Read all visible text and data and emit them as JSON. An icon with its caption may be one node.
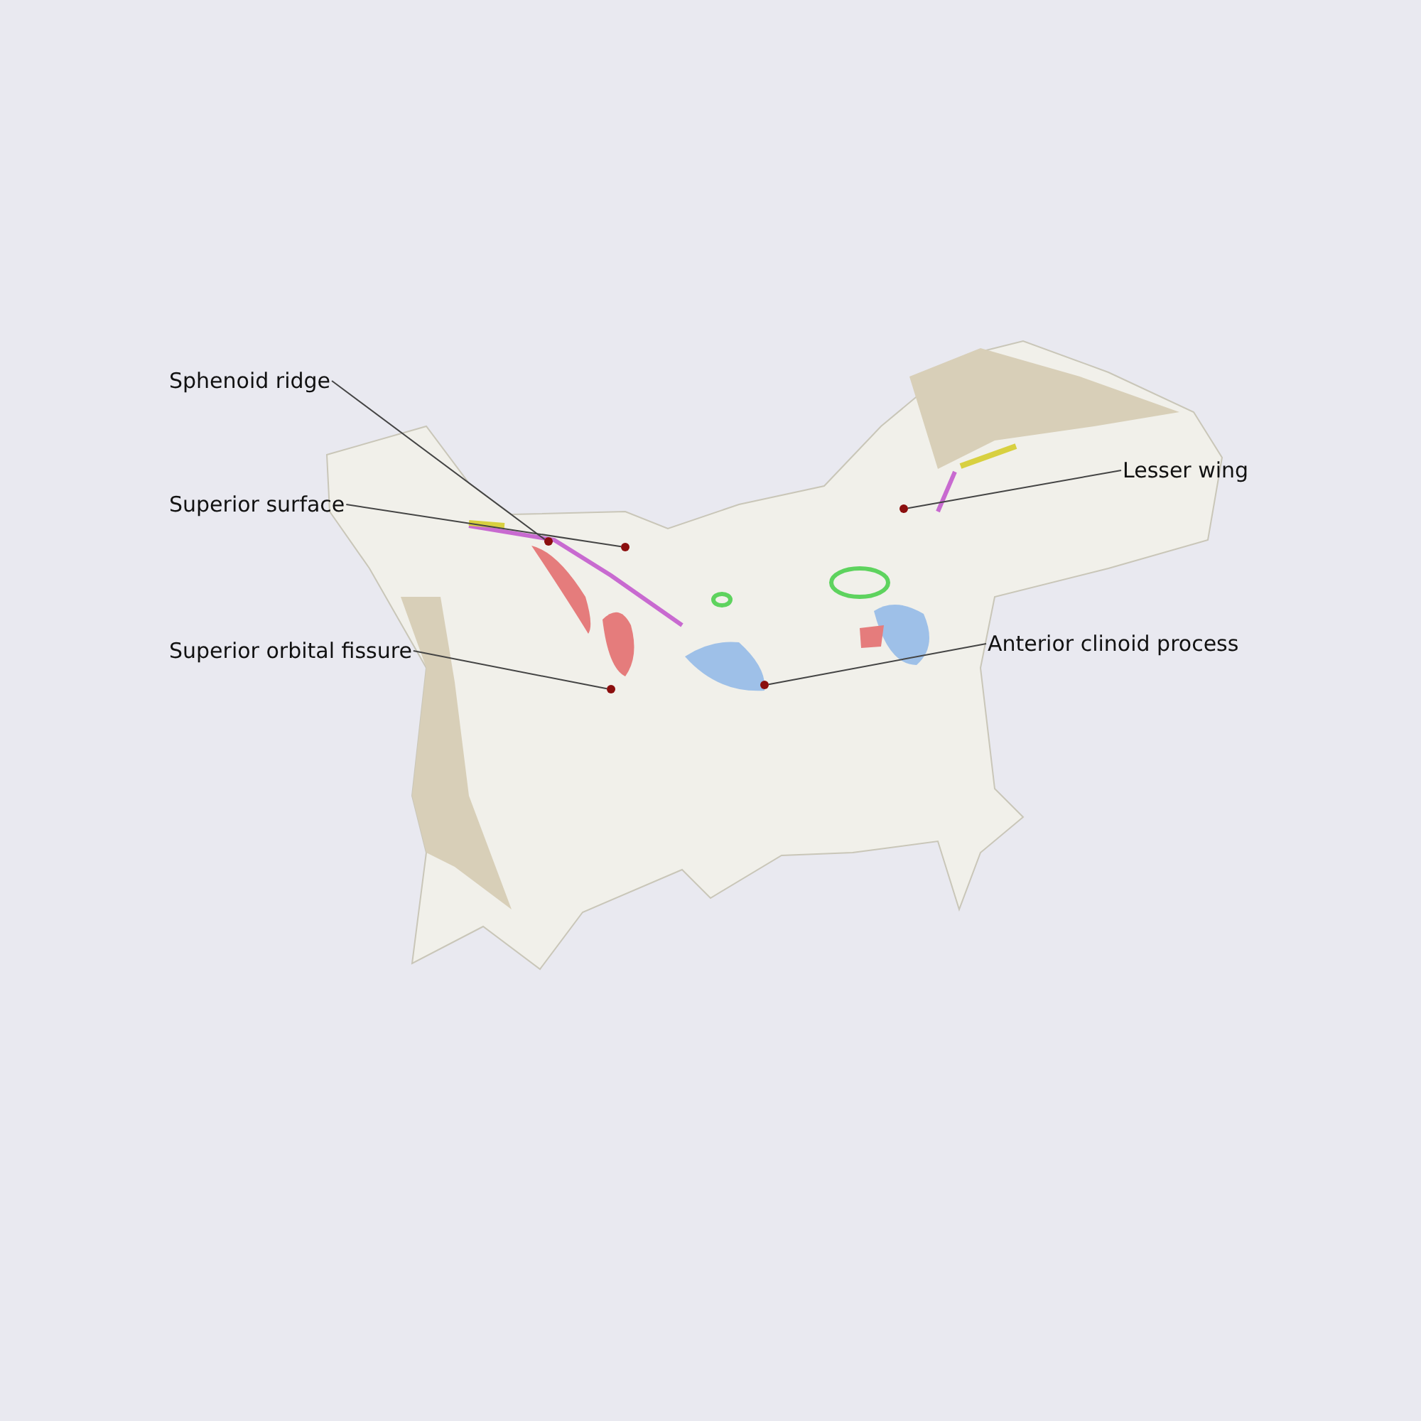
{
  "diagram": {
    "nodes": [
      {
        "text": [
          "Sphenoid ridge"
        ]
      },
      {
        "text": [
          "Superior surface"
        ]
      },
      {
        "text": [
          "Lesser wing"
        ]
      },
      {
        "text": [
          "Superior orbital fissure"
        ]
      },
      {
        "text": [
          "Anterior clinoid process"
        ]
      },
      {
        "text": [],
        "shape": "circle"
      },
      {
        "text": [],
        "shape": "circle"
      },
      {
        "text": [],
        "shape": "circle"
      },
      {
        "text": [],
        "shape": "circle"
      },
      {
        "text": [],
        "shape": "circle"
      }
    ],
    "edges": [
      {
        "from": 0,
        "to": 5,
        "arrow": "none"
      },
      {
        "from": 1,
        "to": 7,
        "arrow": "none"
      },
      {
        "from": 2,
        "to": 9,
        "arrow": "none"
      },
      {
        "from": 3,
        "to": 6,
        "arrow": "none"
      },
      {
        "from": 4,
        "to": 8,
        "arrow": "none"
      }
    ]
  }
}
